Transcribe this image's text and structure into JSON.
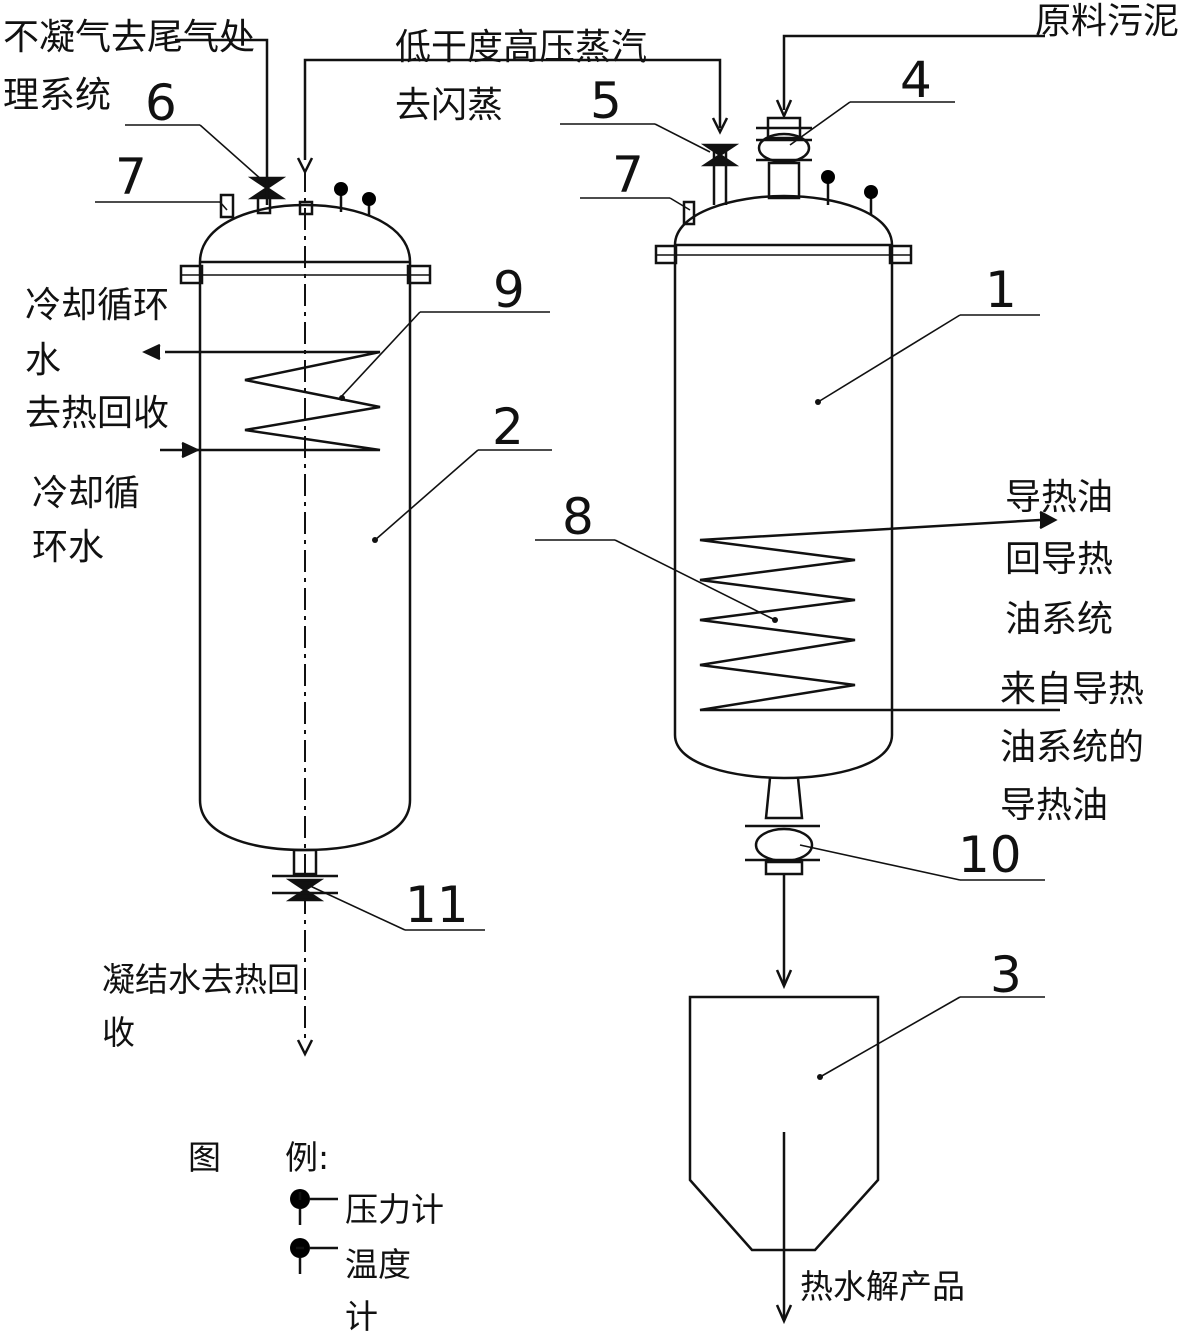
{
  "labels": {
    "noncondensable_gas": "不凝气去尾气处",
    "noncondensable_gas_2": "理系统",
    "low_dryness_steam": "低干度高压蒸汽",
    "low_dryness_steam_2": "去闪蒸",
    "raw_sludge": "原料污泥",
    "cooling_water_out": "冷却循环",
    "cooling_water_out_2": "水",
    "cooling_water_out_3": "去热回收",
    "cooling_water_in": "冷却循",
    "cooling_water_in_2": "环水",
    "oil_return": "导热油",
    "oil_return_2": "回导热",
    "oil_return_3": "油系统",
    "oil_supply": "来自导热",
    "oil_supply_2": "油系统的",
    "oil_supply_3": "导热油",
    "condensate": "凝结水去热回",
    "condensate_2": "收",
    "product": "热水解产品"
  },
  "numbers": {
    "n1": "1",
    "n2": "2",
    "n3": "3",
    "n4": "4",
    "n5": "5",
    "n6": "6",
    "n7a": "7",
    "n7b": "7",
    "n8": "8",
    "n9": "9",
    "n10": "10",
    "n11": "11"
  },
  "legend": {
    "title": "图",
    "title_2": "例:",
    "pressure": "压力计",
    "temperature": "温度",
    "temperature_2": "计"
  }
}
